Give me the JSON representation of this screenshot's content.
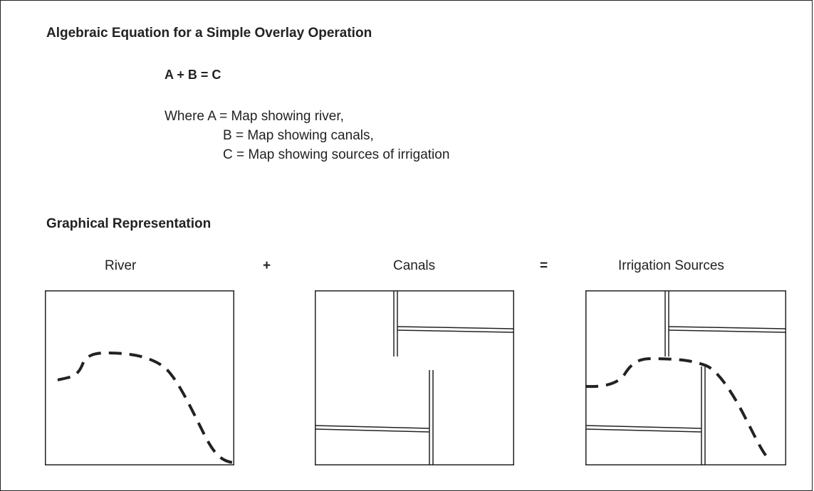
{
  "title": "Algebraic Equation for a Simple Overlay Operation",
  "equation": "A + B = C",
  "definitions": [
    "Where A = Map showing river,",
    "B = Map showing canals,",
    "C = Map showing sources of irrigation"
  ],
  "graphical_heading": "Graphical Representation",
  "panels": [
    {
      "label": "River"
    },
    {
      "label": "Canals"
    },
    {
      "label": "Irrigation Sources"
    }
  ],
  "operators": {
    "plus": "+",
    "equals": "="
  },
  "colors": {
    "ink": "#222222",
    "background": "#ffffff"
  }
}
